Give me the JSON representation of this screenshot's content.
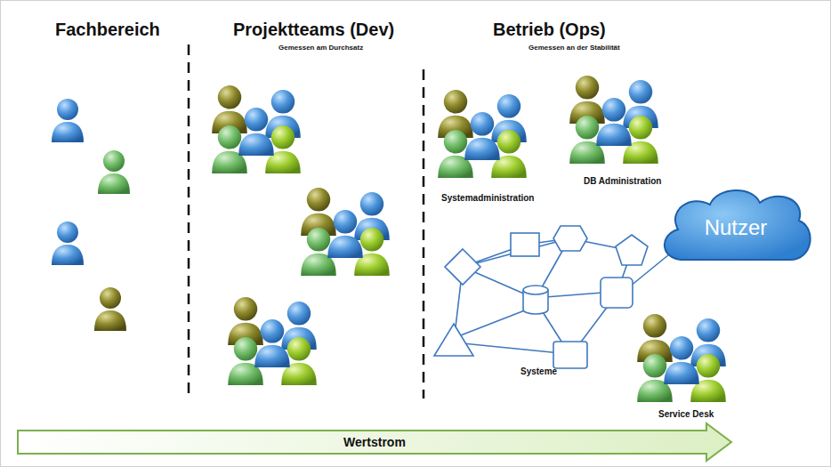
{
  "diagram": {
    "nodes": [
      {
        "text": [
          "Nutzer"
        ]
      },
      {
        "text": [
          "Wertstrom"
        ]
      }
    ],
    "labels": [
      "Fachbereich",
      "Projektteams (Dev)",
      "Gemessen am Durchsatz",
      "Betrieb (Ops)",
      "Gemessen an der Stabilität",
      "Systemadministration",
      "DB Administration",
      "Systeme",
      "Service Desk"
    ]
  }
}
